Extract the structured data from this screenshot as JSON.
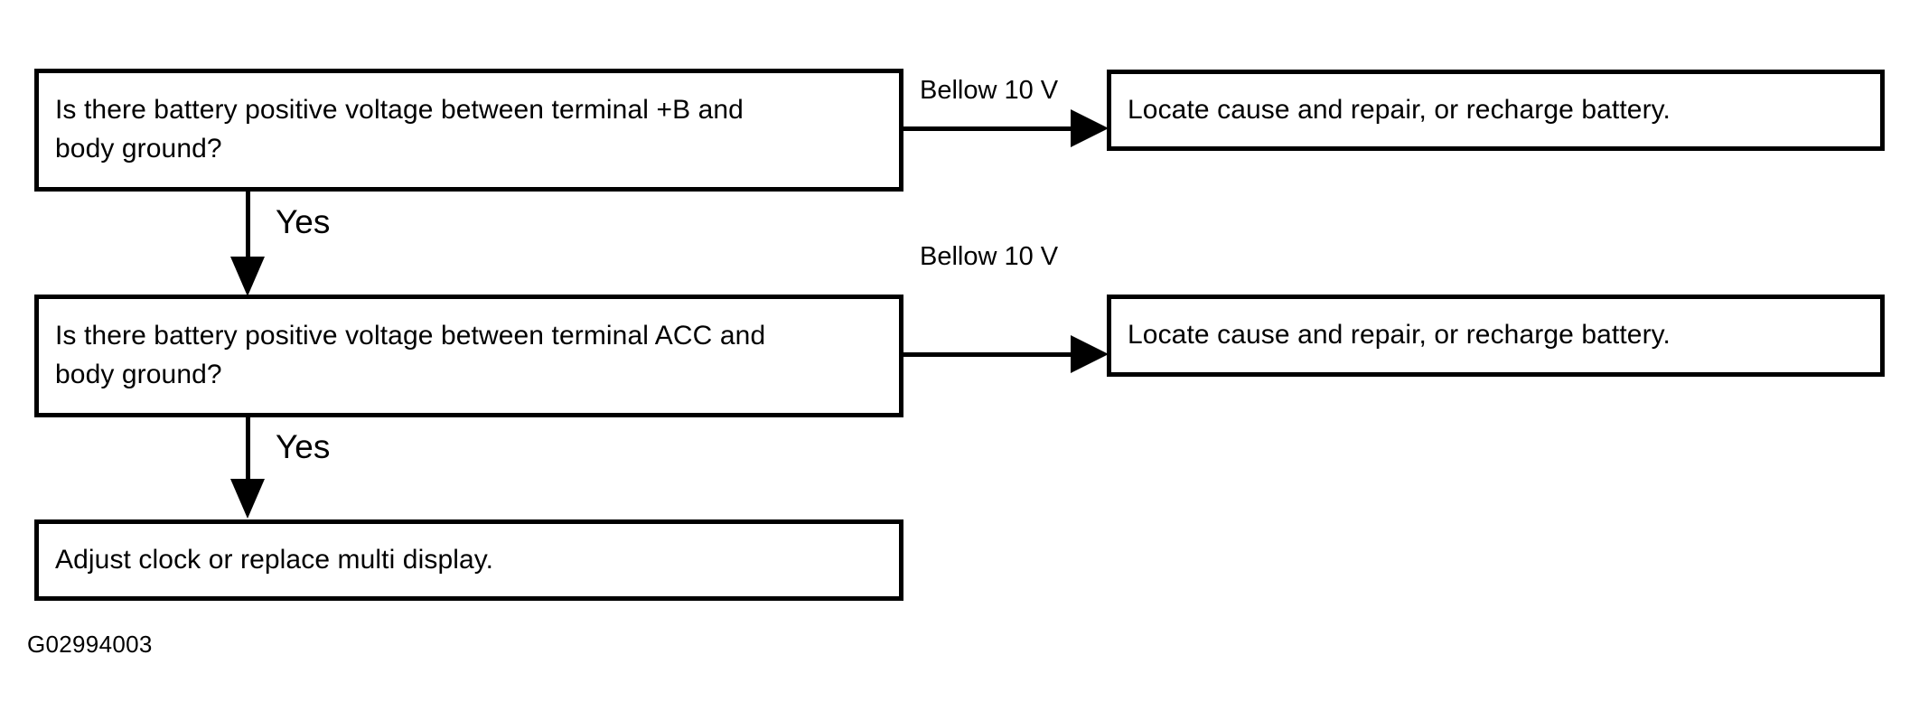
{
  "diagram": {
    "figure_code": "G02994003",
    "nodes": [
      {
        "id": "q1",
        "kind": "question",
        "text": "Is there battery positive voltage between terminal +B and\nbody ground?"
      },
      {
        "id": "q2",
        "kind": "question",
        "text": "Is there battery positive voltage between terminal ACC and\nbody ground?"
      },
      {
        "id": "a3",
        "kind": "action",
        "text": "Adjust clock or replace multi display."
      },
      {
        "id": "r1",
        "kind": "outcome",
        "text": "Locate cause and repair, or recharge battery."
      },
      {
        "id": "r2",
        "kind": "outcome",
        "text": "Locate cause and repair, or recharge battery."
      }
    ],
    "edges": [
      {
        "id": "e1",
        "from": "q1",
        "to": "r1",
        "label": "Bellow 10 V",
        "direction": "right"
      },
      {
        "id": "e2",
        "from": "q1",
        "to": "q2",
        "label": "Yes",
        "direction": "down"
      },
      {
        "id": "e3",
        "from": "q2",
        "to": "r2",
        "label": "Bellow 10 V",
        "direction": "right"
      },
      {
        "id": "e4",
        "from": "q2",
        "to": "a3",
        "label": "Yes",
        "direction": "down"
      }
    ],
    "colors": {
      "stroke": "#000000",
      "fill": "#ffffff",
      "text": "#000000"
    }
  }
}
